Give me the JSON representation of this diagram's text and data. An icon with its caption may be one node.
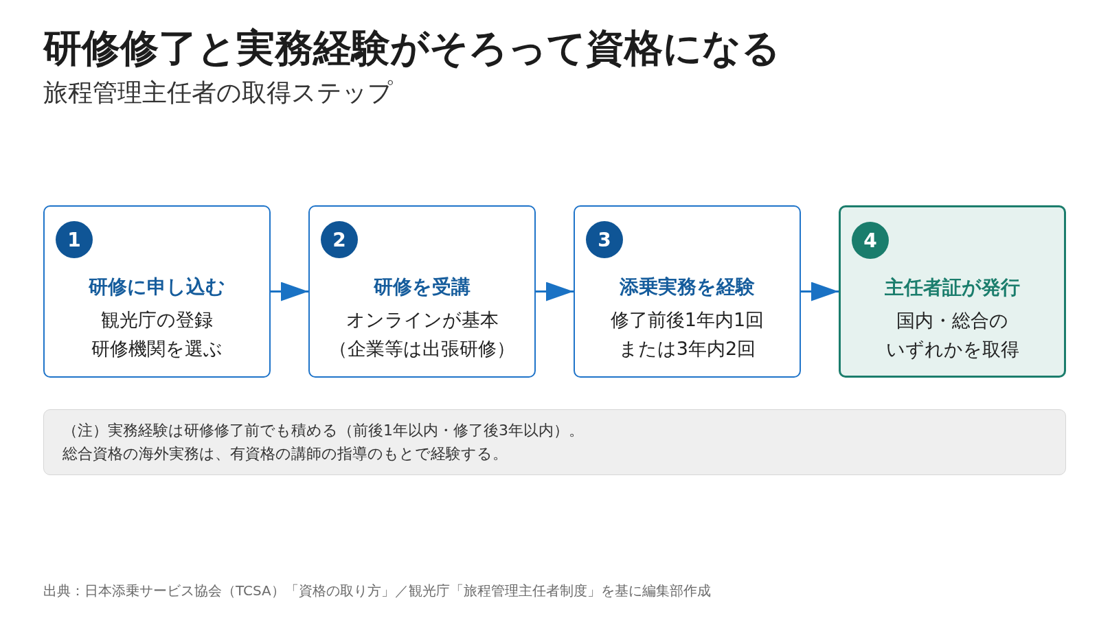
{
  "diagram": {
    "title": "研修修了と実務経験がそろって資格になる",
    "caption": "出典：日本添乗サービス協会（TCSA）「資格の取り方」／観光庁「旅程管理主任者制度」を基に編集部作成",
    "nodes": [
      {
        "text": [
          "研修に申し込む",
          "観光庁の登録研修機関を選ぶ"
        ]
      },
      {
        "text": [
          "1"
        ],
        "in": 0
      },
      {
        "text": [
          "研修を受講",
          "オンラインが基本（企業等は出張研修）"
        ]
      },
      {
        "text": [
          "2"
        ],
        "in": 2
      },
      {
        "text": [
          "添乗実務を経験",
          "修了前後1年内1回または3年内2回"
        ]
      },
      {
        "text": [
          "3"
        ],
        "in": 4
      },
      {
        "text": [
          "主任者証が発行",
          "国内・総合のいずれかを取得"
        ]
      },
      {
        "text": [
          "4"
        ],
        "in": 6
      },
      {
        "text": [
          "（注）実務経験は研修修了前でも積める（前後1年以内・修了後3年以内）。総合資格の海外実務は、有資格の講師の指導のもとで経験する。"
        ]
      }
    ],
    "edges": [
      {
        "from": 0,
        "to": 2,
        "arrow": "to"
      },
      {
        "from": 2,
        "to": 4,
        "arrow": "to"
      },
      {
        "from": 4,
        "to": 6,
        "arrow": "to"
      }
    ],
    "labels": [
      "旅程管理主任者の取得ステップ"
    ]
  }
}
